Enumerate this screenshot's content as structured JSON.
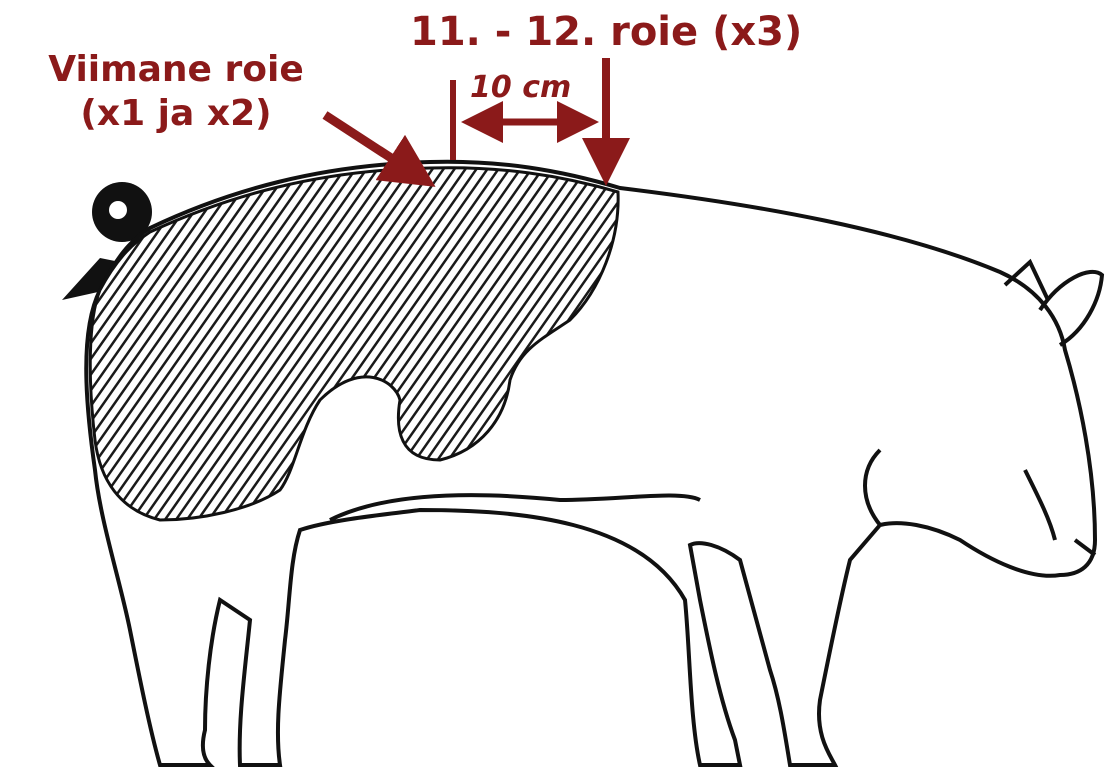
{
  "labels": {
    "last_rib_line1": "Viimane roie",
    "last_rib_line2": "(x1 ja x2)",
    "ribs_11_12": "11. - 12. roie (x3)",
    "distance": "10 cm"
  },
  "colors": {
    "label": "#8b1a1a",
    "ink": "#111111",
    "background": "#ffffff"
  },
  "icons": [
    "pig-illustration",
    "arrow-to-last-rib",
    "arrow-to-rib-11-12",
    "distance-marker"
  ]
}
